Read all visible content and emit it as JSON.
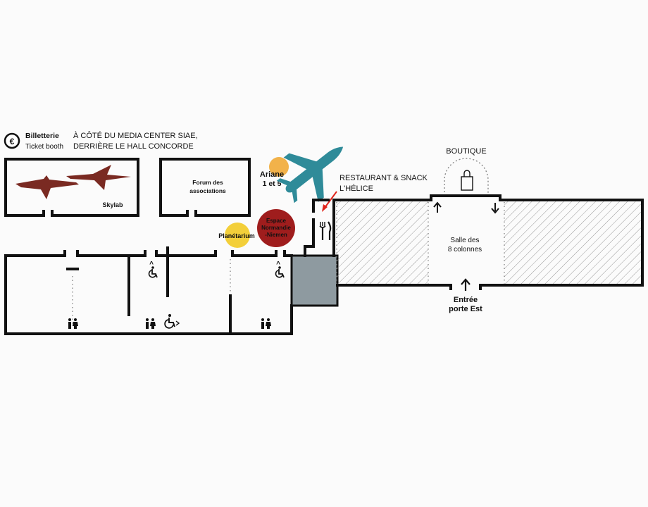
{
  "ticket": {
    "title": "Billetterie",
    "subtitle": "Ticket booth",
    "symbol": "€",
    "location_line1": "À CÔTÉ DU MEDIA CENTER SIAE,",
    "location_line2": "DERRIÈRE LE HALL CONCORDE"
  },
  "rooms": {
    "skylab": "Skylab",
    "forum_line1": "Forum des",
    "forum_line2": "associations",
    "salle_line1": "Salle des",
    "salle_line2": "8 colonnes"
  },
  "markers": {
    "ariane_line1": "Ariane",
    "ariane_line2": "1 et 5",
    "planetarium": "Planétarium",
    "espace_line1": "Espace",
    "espace_line2": "Normandie",
    "espace_line3": "-Niemen"
  },
  "labels": {
    "boutique": "BOUTIQUE",
    "restaurant_line1": "RESTAURANT & SNACK",
    "restaurant_line2": "L'HÉLICE",
    "entree_line1": "Entrée",
    "entree_line2": "porte Est"
  },
  "colors": {
    "concorde": "#7a2a22",
    "plane": "#2f8b99",
    "ariane_dot": "#f2b24a",
    "planetarium_dot": "#f3cf3a",
    "espace_dot": "#9f1d1d",
    "grey_block": "#8e9aa0",
    "arrow_red": "#e0241b"
  },
  "icons": [
    "euro-icon",
    "concorde-icon",
    "airplane-icon",
    "shopping-bag-icon",
    "cutlery-icon",
    "wheelchair-icon",
    "toilets-icon",
    "arrow-up-icon",
    "arrow-down-icon"
  ]
}
